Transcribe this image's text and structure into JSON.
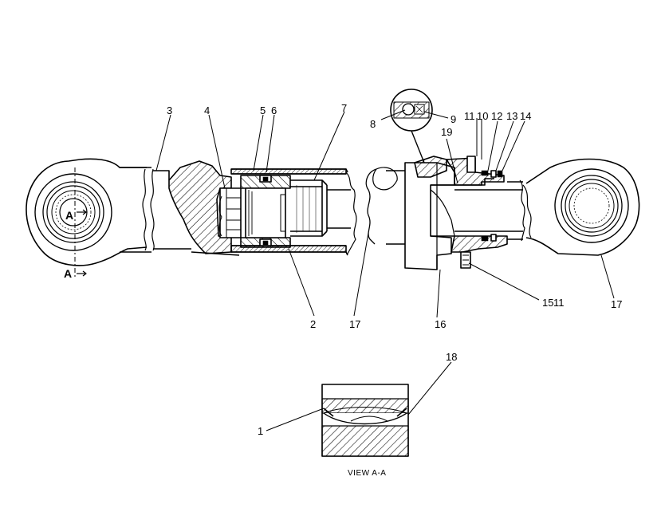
{
  "callouts": {
    "c1": "1",
    "c2": "2",
    "c3": "3",
    "c4": "4",
    "c5": "5",
    "c6": "6",
    "c7": "7",
    "c8": "8",
    "c9": "9",
    "c10": "10",
    "c11a": "11",
    "c11b": "11",
    "c12": "12",
    "c13": "13",
    "c14": "14",
    "c15": "15",
    "c16": "16",
    "c17a": "17",
    "c17b": "17",
    "c18": "18",
    "c19": "19"
  },
  "section_marks": {
    "upper": "A",
    "lower": "A"
  },
  "view_caption": "VIEW  A-A"
}
